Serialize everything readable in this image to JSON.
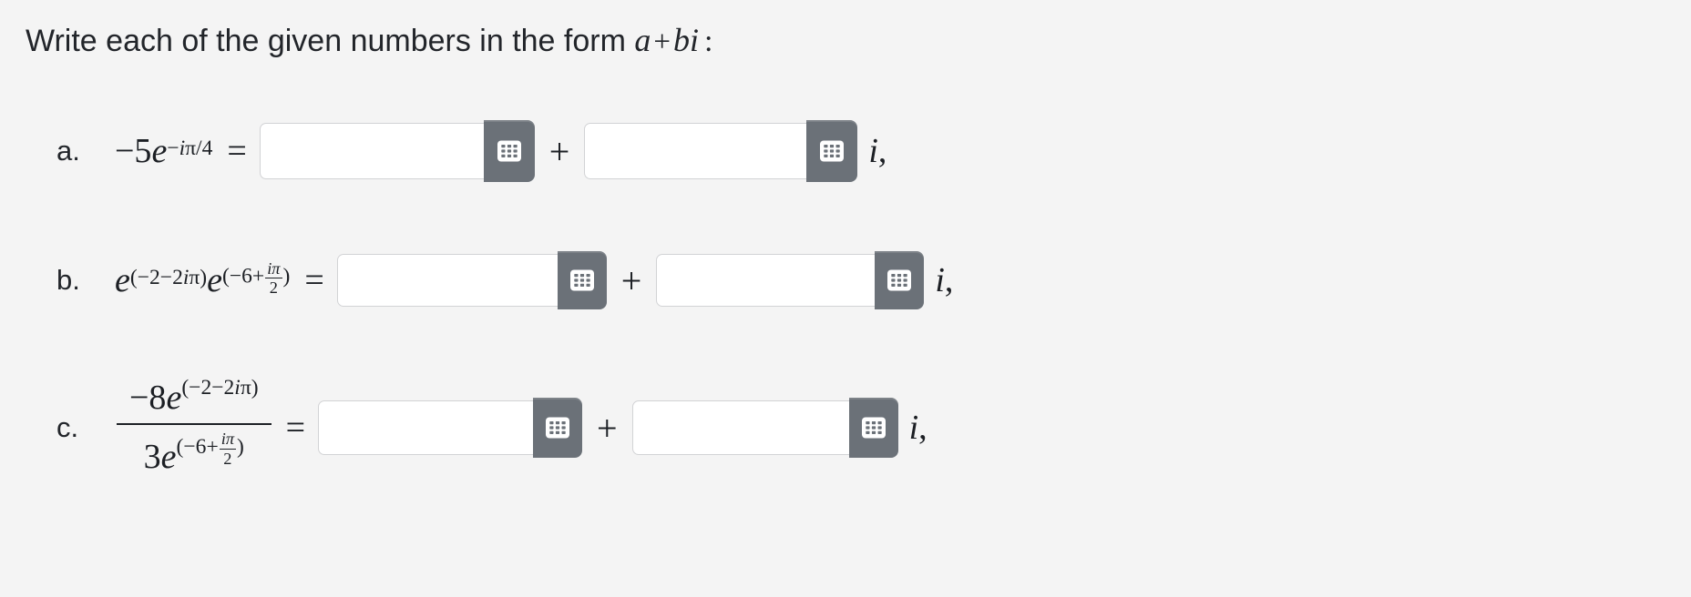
{
  "page": {
    "background_color": "#f4f4f4",
    "text_color": "#22252a"
  },
  "prompt": {
    "lead": "Write each of the given numbers in the form",
    "form_a": "a",
    "form_plus": "+",
    "form_bi": "bi",
    "colon": ":"
  },
  "theme": {
    "keypad_button_color": "#6b7178",
    "input_border_color": "#d2d3d5",
    "input_background": "#ffffff"
  },
  "icons": {
    "keypad": "keypad-grid-icon"
  },
  "operators": {
    "equals": "=",
    "plus": "+",
    "imaginary_unit": "i",
    "comma": ","
  },
  "problems": [
    {
      "id": "a",
      "label": "a.",
      "expression_text": "-5e^(-iπ/4)",
      "expression": {
        "kind": "inline",
        "coefficient": "−5",
        "base": "e",
        "exponent_text": "−iπ/4",
        "exponent_parts": {
          "minus": "−",
          "i": "i",
          "pi": "π",
          "slash": "/",
          "four": "4"
        }
      },
      "real_input": {
        "value": "",
        "placeholder": ""
      },
      "imag_input": {
        "value": "",
        "placeholder": ""
      }
    },
    {
      "id": "b",
      "label": "b.",
      "expression_text": "e^(-2-2iπ) e^(-6+iπ/2)",
      "expression": {
        "kind": "product",
        "factor1": {
          "base": "e",
          "exp_open": "(",
          "exp_body": "−2−2iπ",
          "exp_close": ")",
          "exp_minus": "−",
          "exp_two": "2",
          "exp_minus2": "−",
          "exp_two2": "2",
          "exp_i": "i",
          "exp_pi": "π"
        },
        "factor2": {
          "base": "e",
          "exp_open": "(",
          "exp_close": ")",
          "exp_minus": "−",
          "exp_six": "6",
          "exp_plus": "+",
          "frac_num": "iπ",
          "frac_den": "2"
        }
      },
      "real_input": {
        "value": "",
        "placeholder": ""
      },
      "imag_input": {
        "value": "",
        "placeholder": ""
      }
    },
    {
      "id": "c",
      "label": "c.",
      "expression_text": "-8e^(-2-2iπ) / 3e^(-6+iπ/2)",
      "expression": {
        "kind": "fraction",
        "numerator": {
          "coefficient": "−8",
          "base": "e",
          "exp_open": "(",
          "exp_close": ")",
          "exp_minus": "−",
          "exp_two": "2",
          "exp_minus2": "−",
          "exp_two2": "2",
          "exp_i": "i",
          "exp_pi": "π"
        },
        "denominator": {
          "coefficient": "3",
          "base": "e",
          "exp_open": "(",
          "exp_close": ")",
          "exp_minus": "−",
          "exp_six": "6",
          "exp_plus": "+",
          "frac_num": "iπ",
          "frac_den": "2"
        }
      },
      "real_input": {
        "value": "",
        "placeholder": ""
      },
      "imag_input": {
        "value": "",
        "placeholder": ""
      }
    }
  ]
}
